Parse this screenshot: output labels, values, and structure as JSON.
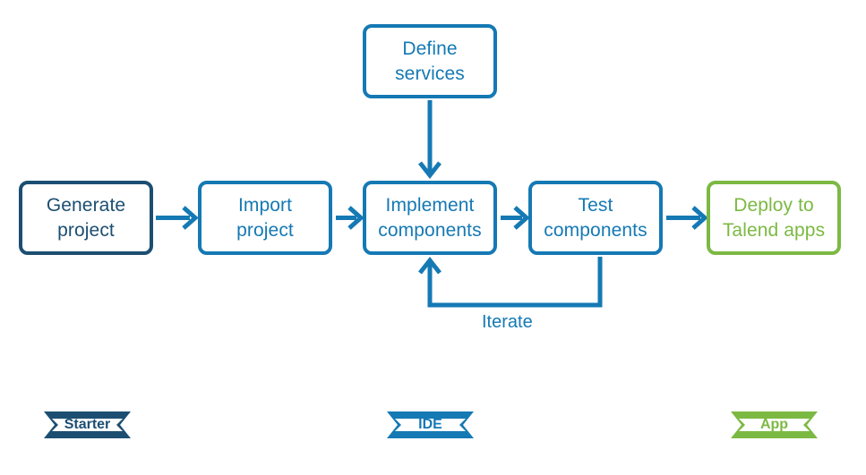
{
  "diagram": {
    "type": "flow-diagram",
    "colors": {
      "navy": "#1c4e72",
      "blue": "#1579b4",
      "green": "#7cb943",
      "background": "#ffffff"
    },
    "nodes": [
      {
        "id": "generate-project",
        "line1": "Generate",
        "line2": "project",
        "theme": "navy"
      },
      {
        "id": "import-project",
        "line1": "Import",
        "line2": "project",
        "theme": "blue"
      },
      {
        "id": "define-services",
        "line1": "Define",
        "line2": "services",
        "theme": "blue"
      },
      {
        "id": "implement-components",
        "line1": "Implement",
        "line2": "components",
        "theme": "blue"
      },
      {
        "id": "test-components",
        "line1": "Test",
        "line2": "components",
        "theme": "blue"
      },
      {
        "id": "deploy-to-talend-apps",
        "line1": "Deploy to",
        "line2": "Talend apps",
        "theme": "green"
      }
    ],
    "edge_labels": [
      {
        "id": "iterate",
        "text": "Iterate"
      }
    ],
    "banners": [
      {
        "id": "starter",
        "text": "Starter",
        "theme": "navy"
      },
      {
        "id": "ide",
        "text": "IDE",
        "theme": "blue"
      },
      {
        "id": "app",
        "text": "App",
        "theme": "green"
      }
    ]
  }
}
